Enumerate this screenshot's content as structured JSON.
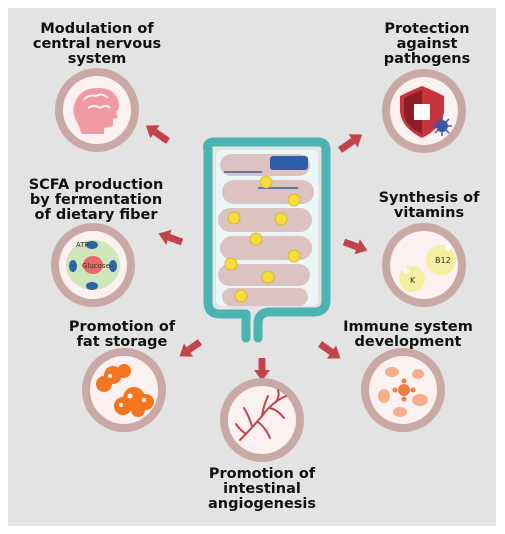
{
  "labels": {
    "cns": [
      "Modulation of",
      "central nervous",
      "system"
    ],
    "pathogens": [
      "Protection",
      "against",
      "pathogens"
    ],
    "scfa": [
      "SCFA production",
      "by fermentation",
      "of dietary fiber"
    ],
    "vitamins": [
      "Synthesis of",
      "vitamins"
    ],
    "fat": [
      "Promotion of",
      "fat storage"
    ],
    "immune": [
      "Immune system",
      "development"
    ],
    "angio": [
      "Promotion of",
      "intestinal",
      "angiogenesis"
    ]
  },
  "icon_text": {
    "atp": "ATP",
    "glucose": "Glucose",
    "b12": "B12",
    "k": "K"
  },
  "colors": {
    "panel": "#e3e3e4",
    "ring": "#c9a9a6",
    "arrow": "#c0444a",
    "intestine_wall": "#4bb3b0",
    "intestine_fill": "#dcc3c1"
  }
}
